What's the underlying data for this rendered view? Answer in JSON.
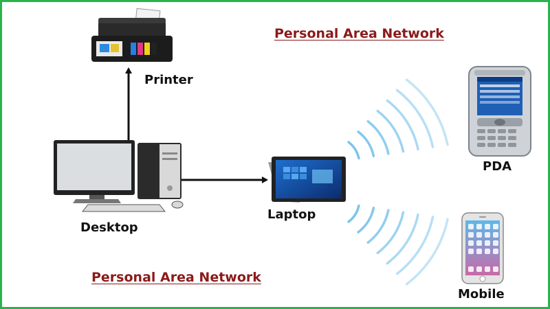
{
  "diagram": {
    "title_top": "Personal Area Network",
    "title_bottom": "Personal Area Network",
    "devices": {
      "printer": "Printer",
      "desktop": "Desktop",
      "laptop": "Laptop",
      "pda": "PDA",
      "mobile": "Mobile"
    },
    "connections": [
      {
        "from": "desktop",
        "to": "printer",
        "style": "arrow"
      },
      {
        "from": "desktop",
        "to": "laptop",
        "style": "arrow"
      },
      {
        "from": "laptop",
        "to": "pda",
        "style": "wireless"
      },
      {
        "from": "laptop",
        "to": "mobile",
        "style": "wireless"
      }
    ]
  },
  "colors": {
    "frame_border": "#2bb24c",
    "title_text": "#8b1a1a",
    "label_text": "#111111",
    "wave": "#7cc4ec",
    "arrow": "#111111"
  },
  "icons": {
    "printer": "printer-icon",
    "desktop": "desktop-computer-icon",
    "laptop": "laptop-icon",
    "pda": "pda-device-icon",
    "mobile": "smartphone-icon"
  }
}
